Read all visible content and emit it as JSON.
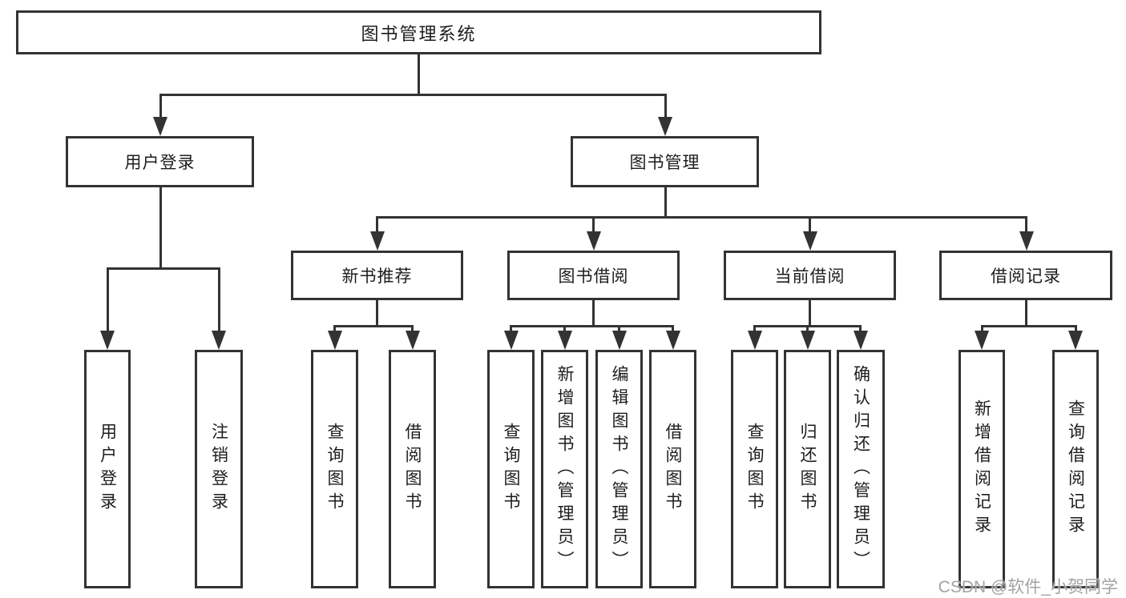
{
  "tree": {
    "root": {
      "label": "图书管理系统",
      "children": [
        {
          "label": "用户登录",
          "children": [
            {
              "label": "用户登录"
            },
            {
              "label": "注销登录"
            }
          ]
        },
        {
          "label": "图书管理",
          "children": [
            {
              "label": "新书推荐",
              "children": [
                {
                  "label": "查询图书"
                },
                {
                  "label": "借阅图书"
                }
              ]
            },
            {
              "label": "图书借阅",
              "children": [
                {
                  "label": "查询图书"
                },
                {
                  "label": "新增图书（管理员）"
                },
                {
                  "label": "编辑图书（管理员）"
                },
                {
                  "label": "借阅图书"
                }
              ]
            },
            {
              "label": "当前借阅",
              "children": [
                {
                  "label": "查询图书"
                },
                {
                  "label": "归还图书"
                },
                {
                  "label": "确认归还（管理员）"
                }
              ]
            },
            {
              "label": "借阅记录",
              "children": [
                {
                  "label": "新增借阅记录"
                },
                {
                  "label": "查询借阅记录"
                }
              ]
            }
          ]
        }
      ]
    }
  },
  "watermark": {
    "text": "CSDN @软件_小贺同学"
  },
  "colors": {
    "line": "#333333",
    "text": "#1d1d1d",
    "box_background": "#ffffff",
    "page_background": "#ffffff",
    "watermark": "#a3a3a3"
  }
}
